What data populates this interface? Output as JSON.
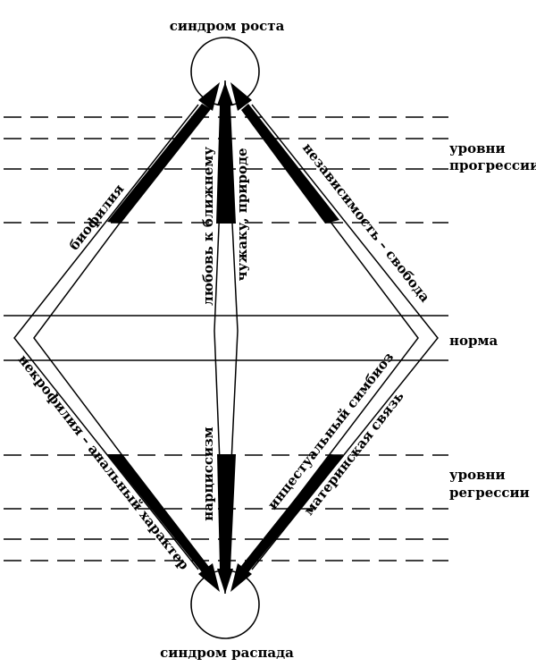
{
  "labels": {
    "top_node": "синдром роста",
    "bottom_node": "синдром распада",
    "progression_line1": "уровни",
    "progression_line2": "прогрессии",
    "norm": "норма",
    "regression_line1": "уровни",
    "regression_line2": "регрессии",
    "biophilia": "биофилия",
    "love_line1": "любовь к ближнему",
    "love_line2": "чужаку, природе",
    "independence": "независимость – свобода",
    "necrophilia": "некрофилия – анальный характер",
    "narcissism": "нарциссизм",
    "symbiosis_line1": "инцестуальный симбиоз",
    "symbiosis_line2": "материнская связь"
  },
  "colors": {
    "ink": "#000000",
    "paper": "#ffffff"
  }
}
